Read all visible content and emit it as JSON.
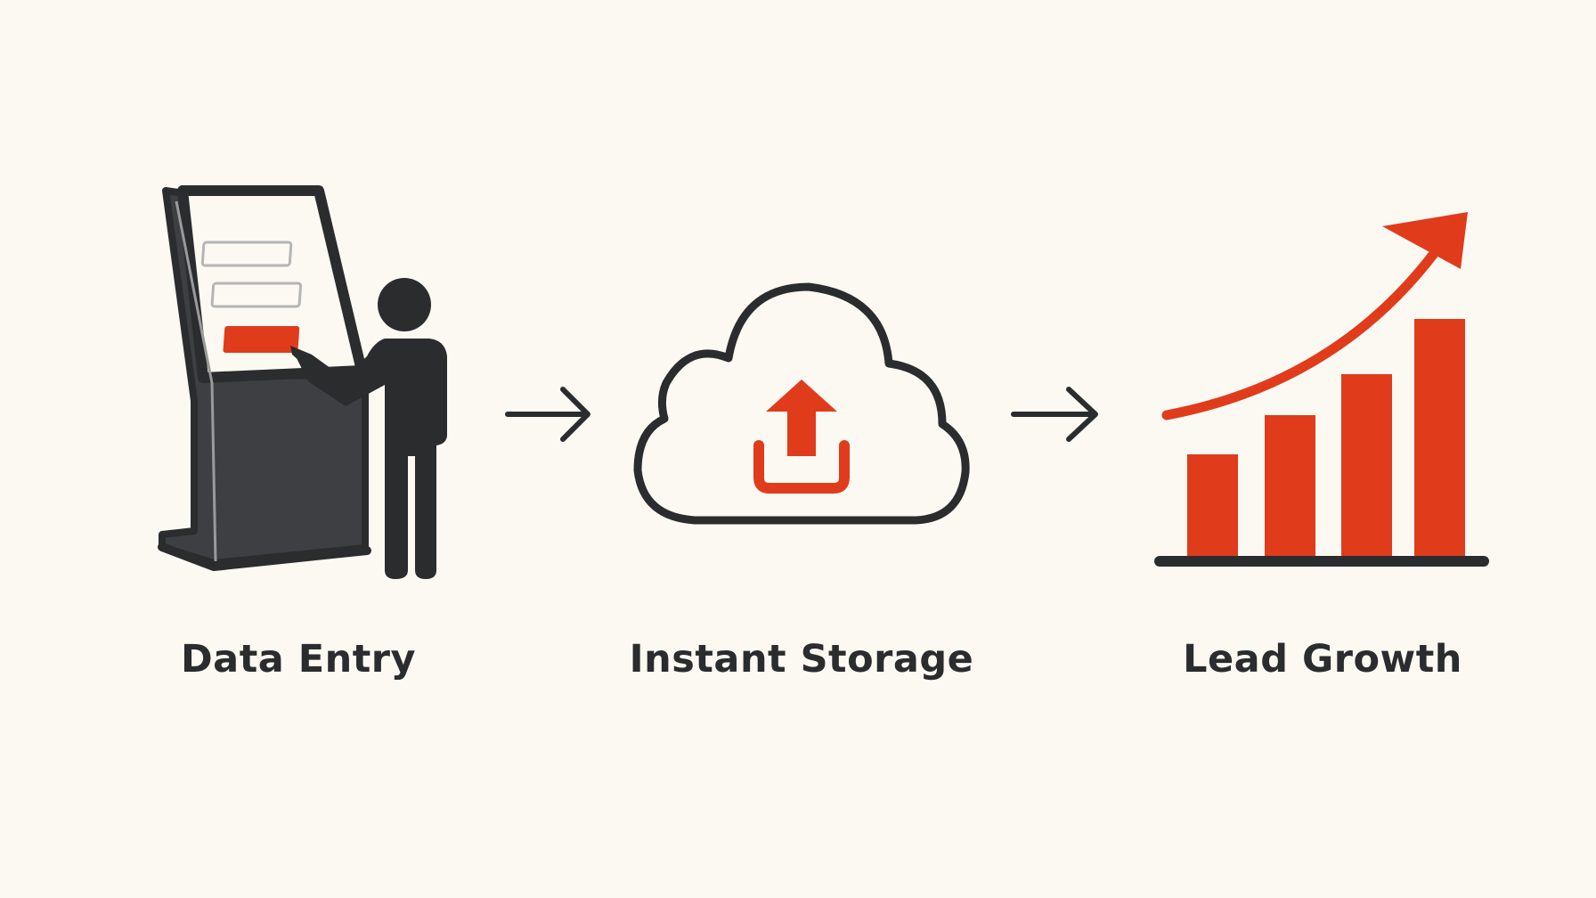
{
  "colors": {
    "background": "#fcf9f3",
    "ink": "#2b2c2e",
    "kiosk_body": "#3e3f42",
    "accent": "#e03c1b"
  },
  "steps": [
    {
      "label": "Data Entry",
      "icon": "kiosk-touchscreen-icon"
    },
    {
      "label": "Instant Storage",
      "icon": "cloud-upload-icon"
    },
    {
      "label": "Lead Growth",
      "icon": "growth-bar-chart-icon"
    }
  ],
  "connectors": [
    "right-arrow-icon",
    "right-arrow-icon"
  ]
}
